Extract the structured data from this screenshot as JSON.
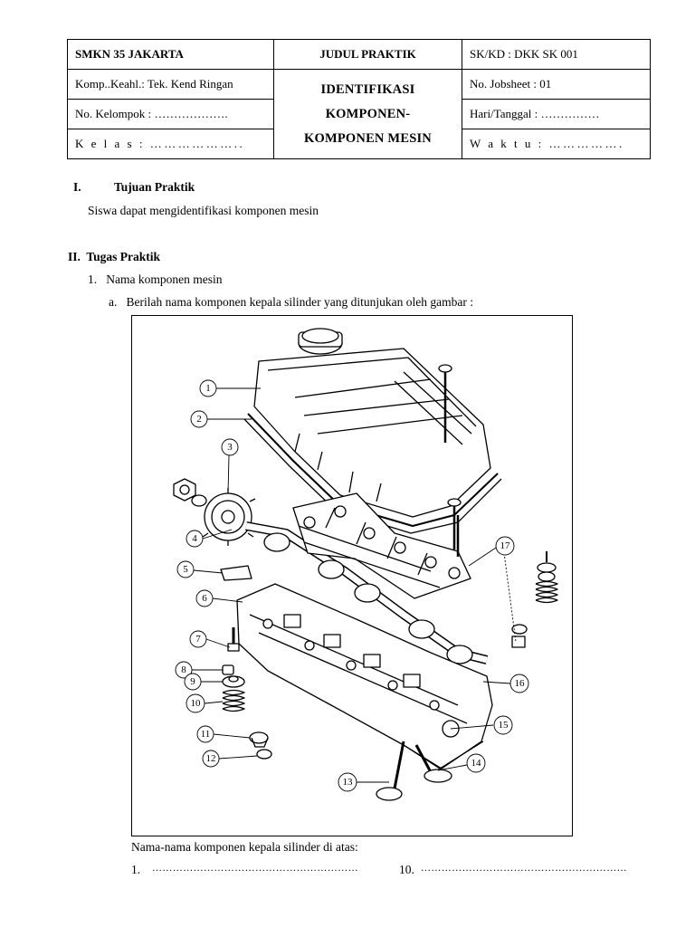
{
  "header": {
    "school": "SMKN 35 JAKARTA",
    "judul_label": "JUDUL PRAKTIK",
    "sk_kd": "SK/KD : DKK SK 001",
    "komp_keahl": "Komp..Keahl.: Tek. Kend Ringan",
    "title_line1": "IDENTIFIKASI",
    "title_line2": "KOMPONEN-",
    "title_line3": "KOMPONEN MESIN",
    "jobsheet": "No. Jobsheet   : 01",
    "kelompok": "No. Kelompok : ……………….",
    "hari_tanggal": "Hari/Tanggal   : ……………",
    "kelas": "K e l a s        : ………………..",
    "waktu": "W a k t u        : ……………."
  },
  "section1": {
    "number": "I.",
    "heading": "Tujuan Praktik",
    "text": "Siswa dapat mengidentifikasi komponen mesin"
  },
  "section2": {
    "heading": "II.  Tugas Praktik",
    "item1": "1.   Nama komponen mesin",
    "item1a": "a.   Berilah nama komponen kepala silinder yang ditunjukan oleh gambar :"
  },
  "figure": {
    "callouts": [
      "1",
      "2",
      "3",
      "4",
      "5",
      "6",
      "7",
      "8",
      "9",
      "10",
      "11",
      "12",
      "13",
      "14",
      "15",
      "16",
      "17"
    ]
  },
  "answers": {
    "caption": "Nama-nama komponen kepala silinder di atas:",
    "line1_num": "1.",
    "line1_dots": "……………………………………………………",
    "line10_num": "10.",
    "line10_dots": "……………………………………………………"
  }
}
